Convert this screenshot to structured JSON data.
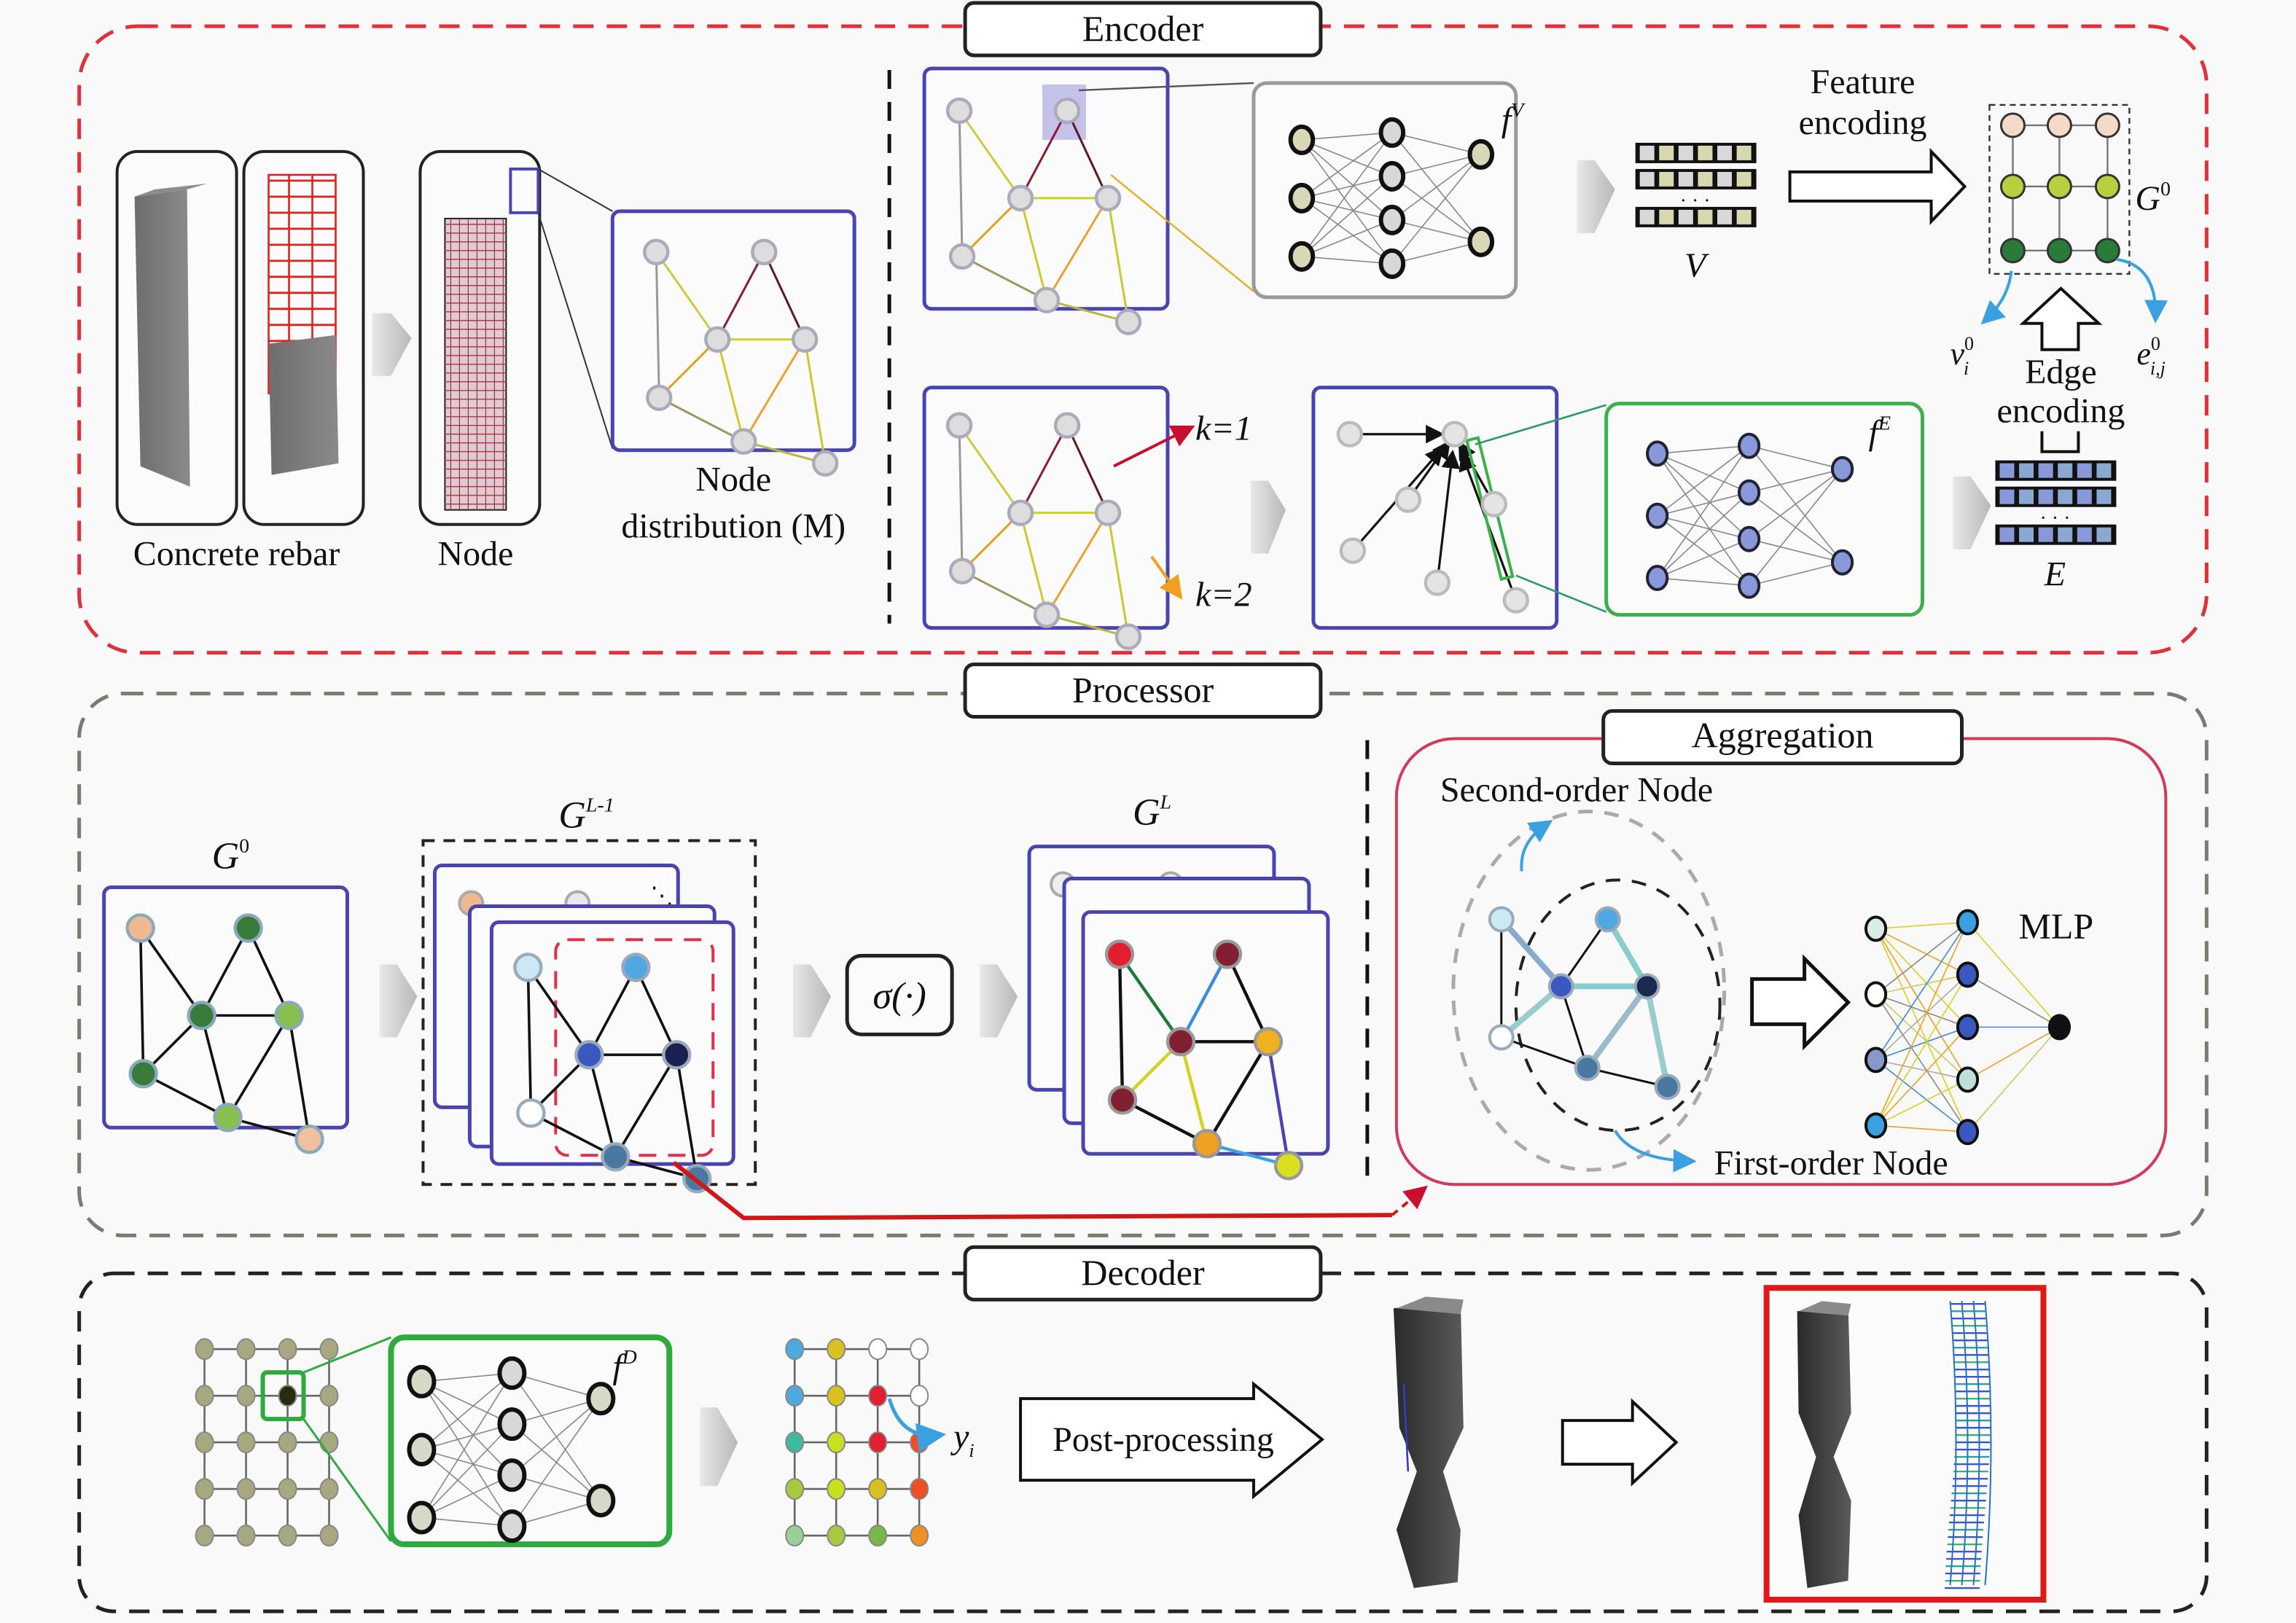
{
  "encoder": {
    "title": "Encoder",
    "concrete_rebar_label": "Concrete rebar",
    "node_label": "Node",
    "node_distribution_line1": "Node",
    "node_distribution_line2": "distribution (M)",
    "fv_label": "f",
    "fv_sup": "V",
    "v_label": "V",
    "feature_encoding_line1": "Feature",
    "feature_encoding_line2": "encoding",
    "g0_label": "G",
    "g0_sup": "0",
    "vi0_label": "v",
    "vi0_sup": "0",
    "vi0_sub": "i",
    "eij0_label": "e",
    "eij0_sup": "0",
    "eij0_sub": "i,j",
    "edge_encoding_line1": "Edge",
    "edge_encoding_line2": "encoding",
    "k1_label": "k=1",
    "k2_label": "k=2",
    "fe_label": "f",
    "fe_sup": "E",
    "e_label": "E",
    "dots": "· · ·"
  },
  "processor": {
    "title": "Processor",
    "g0_label": "G",
    "g0_sup": "0",
    "gl1_label": "G",
    "gl1_sup": "L-1",
    "sigma_label": "σ(·)",
    "gl_label": "G",
    "gl_sup": "L",
    "aggregation": {
      "title": "Aggregation",
      "second_order_label": "Second-order Node",
      "first_order_label": "First-order Node",
      "mlp_label": "MLP"
    }
  },
  "decoder": {
    "title": "Decoder",
    "fd_label": "f",
    "fd_sup": "D",
    "yi_label": "y",
    "yi_sub": "i",
    "post_processing_label": "Post-processing"
  },
  "colors": {
    "encoder_border": "#e0303a",
    "processor_border": "#7a7a6a",
    "decoder_border": "#222222",
    "graph_frame": "#4a44b0",
    "fv_frame": "#999999",
    "fe_frame": "#3cb04a",
    "fd_frame": "#2eaa3e",
    "aggregation_frame": "#d23a5a",
    "output_frame": "#e01818"
  }
}
